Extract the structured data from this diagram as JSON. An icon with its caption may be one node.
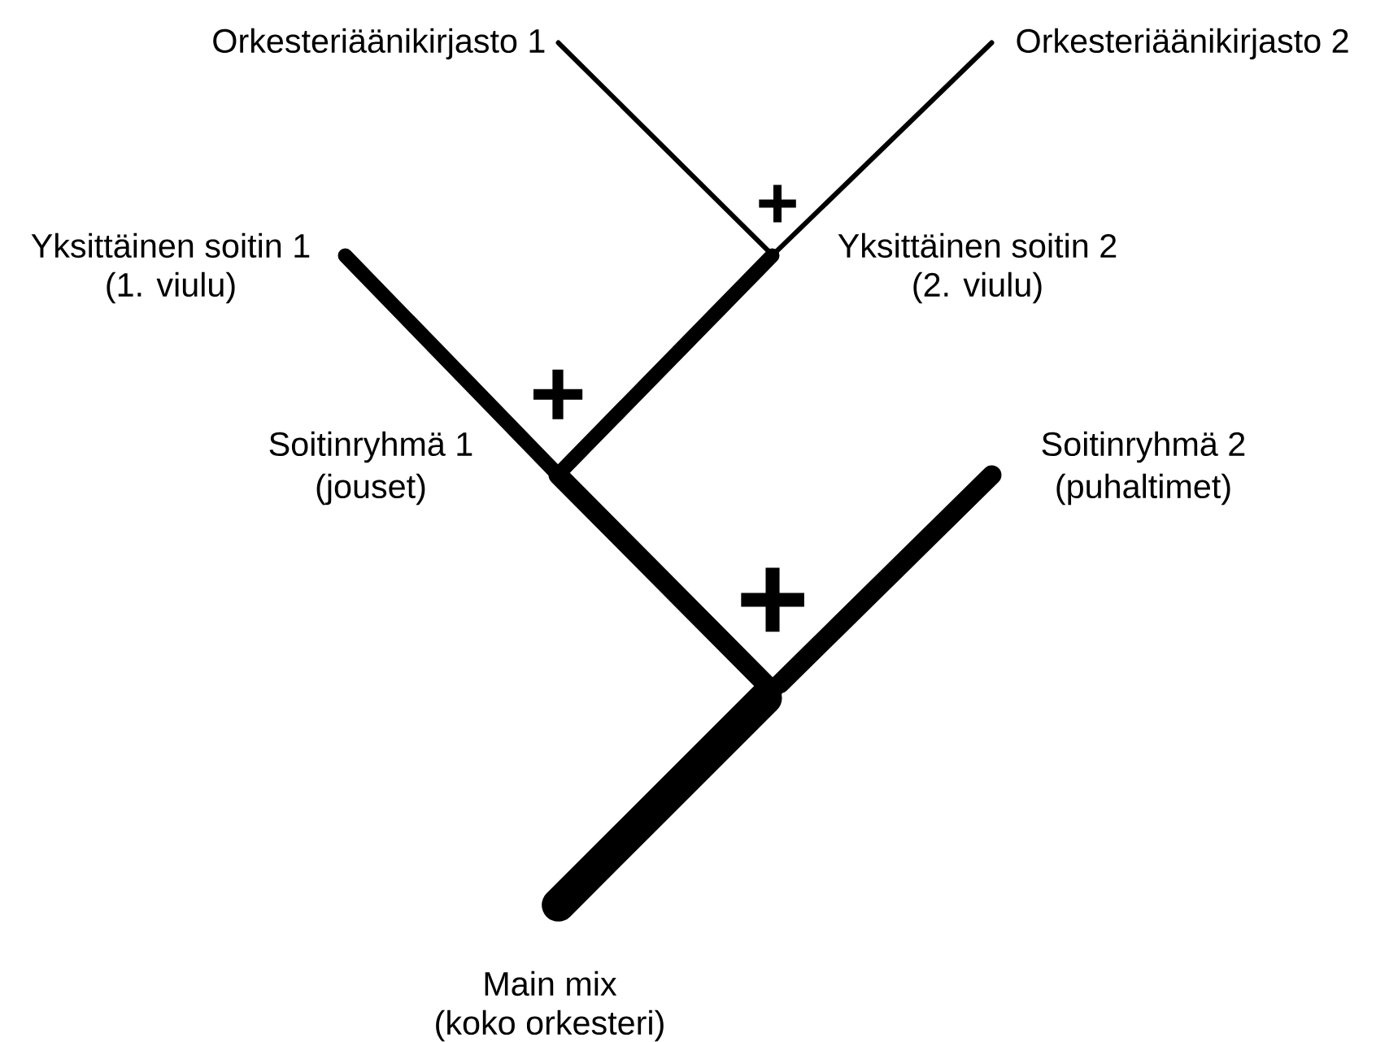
{
  "diagram": {
    "nodes": [
      {
        "text": [],
        "shape": "point",
        "beside": [
          "Orkesteriäänikirjasto 1"
        ]
      },
      {
        "text": [],
        "shape": "point",
        "beside": [
          "Orkesteriäänikirjasto 2"
        ]
      },
      {
        "text": [],
        "shape": "point",
        "beside": [
          "Yksittäinen soitin 1",
          "(1. viulu)"
        ]
      },
      {
        "text": [],
        "shape": "point",
        "beside": [
          "Yksittäinen soitin 2",
          "(2. viulu)"
        ]
      },
      {
        "text": [],
        "shape": "point",
        "beside": [
          "Soitinryhmä 1",
          "(jouset)"
        ]
      },
      {
        "text": [],
        "shape": "point",
        "beside": [
          "Soitinryhmä 2",
          "(puhaltimet)"
        ]
      },
      {
        "text": [],
        "shape": "circle"
      },
      {
        "text": [],
        "shape": "point",
        "beside": [
          "Main mix",
          "(koko orkesteri)"
        ]
      }
    ],
    "edges": [
      {
        "from": 0,
        "to": 3,
        "arrow": "none"
      },
      {
        "from": 1,
        "to": 3,
        "arrow": "none"
      },
      {
        "from": 2,
        "to": 4,
        "arrow": "none"
      },
      {
        "from": 3,
        "to": 4,
        "arrow": "none"
      },
      {
        "from": 4,
        "to": 6,
        "arrow": "none"
      },
      {
        "from": 5,
        "to": 6,
        "arrow": "none"
      },
      {
        "from": 6,
        "to": 7,
        "arrow": "none",
        "style": "thick"
      }
    ],
    "labels": [
      "+",
      "+",
      "+"
    ]
  }
}
